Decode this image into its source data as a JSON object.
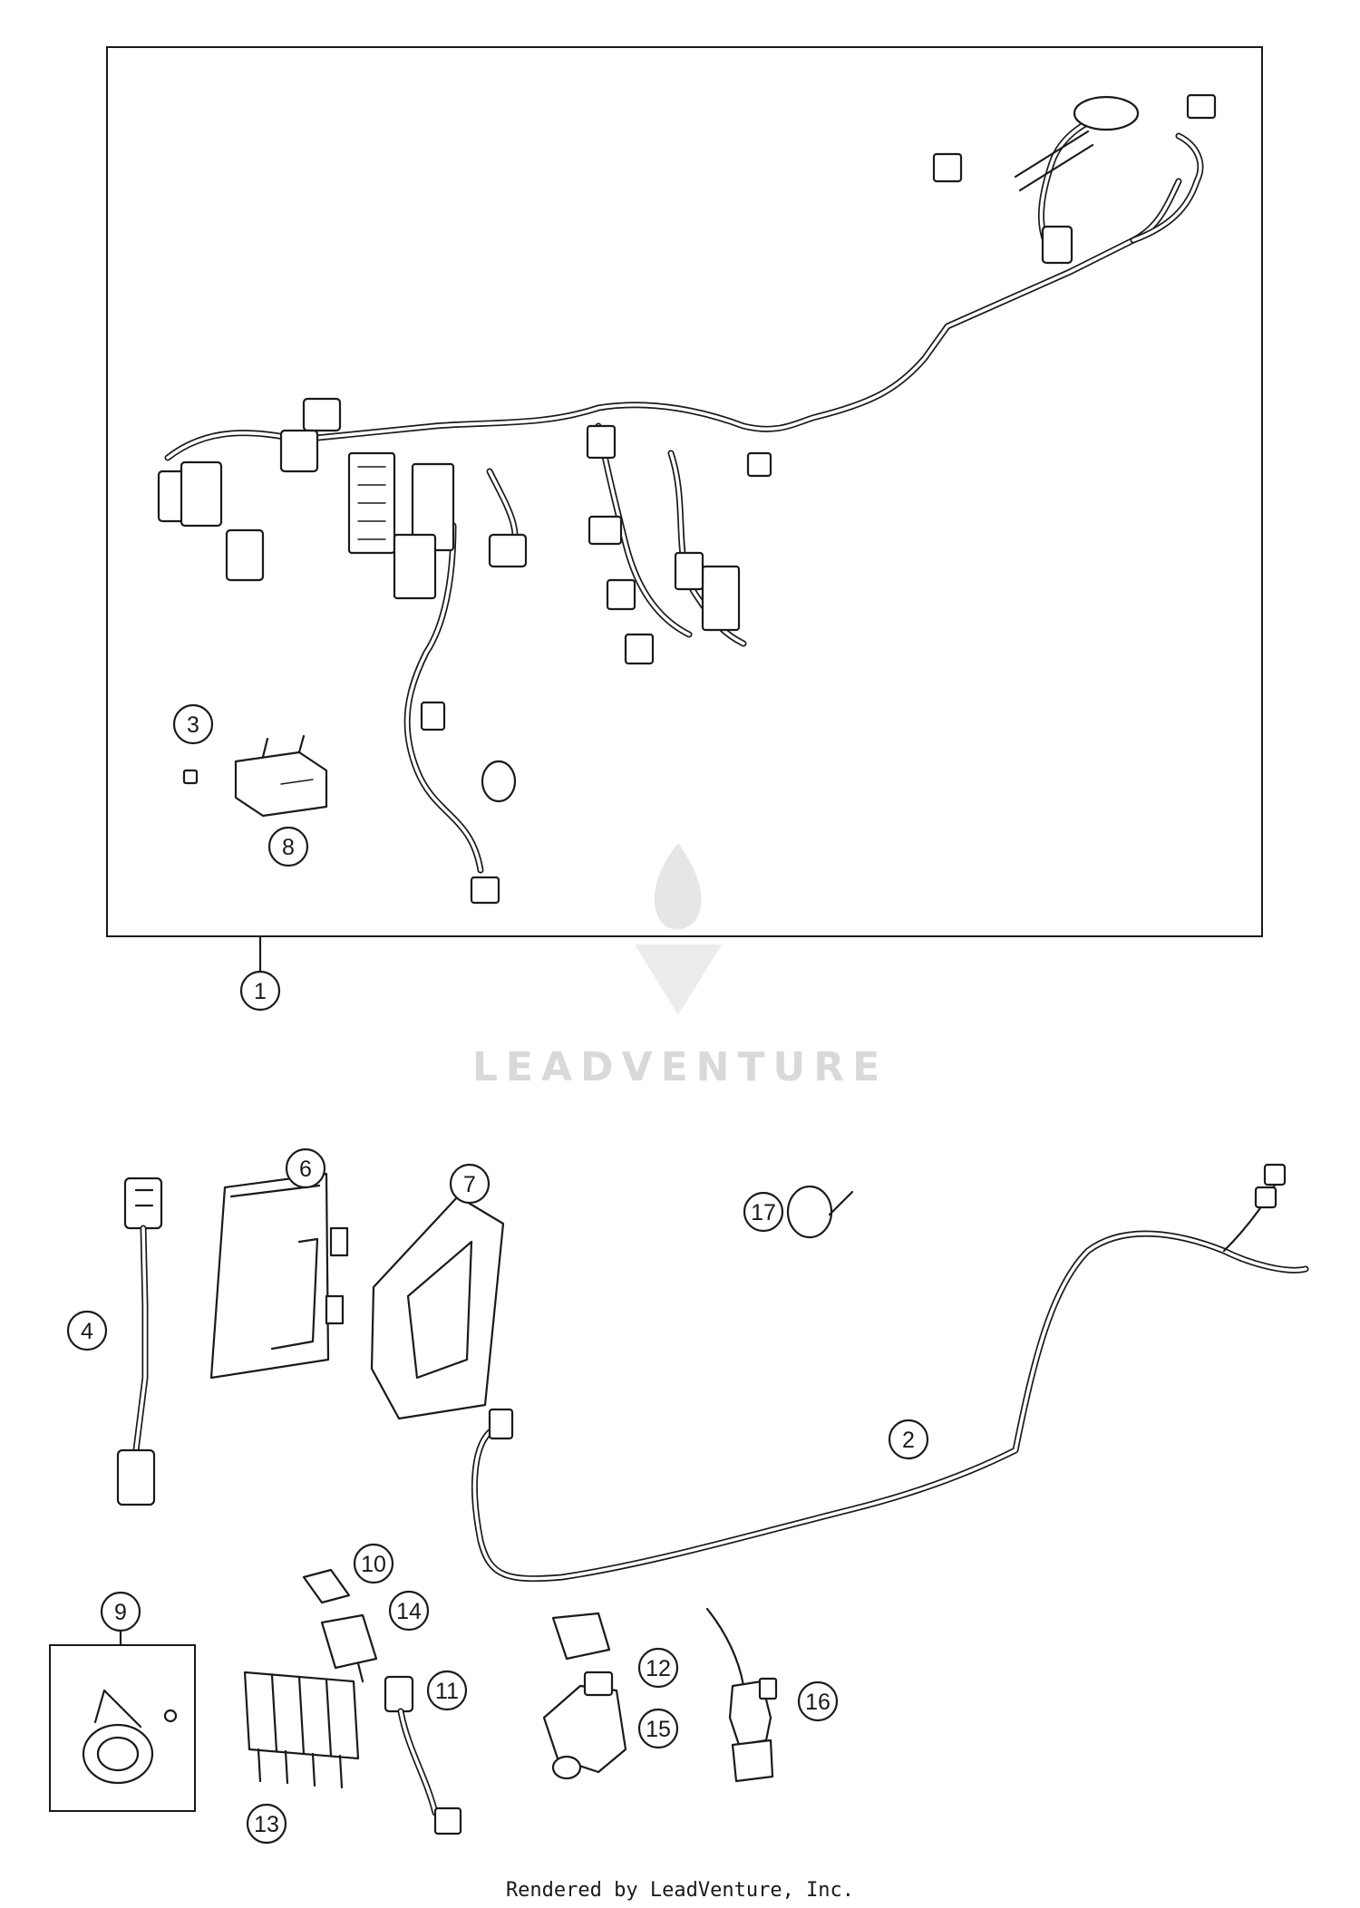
{
  "watermark": {
    "text": "LEADVENTURE"
  },
  "footer": {
    "text": "Rendered by LeadVenture, Inc."
  },
  "callouts": {
    "c1": "1",
    "c2": "2",
    "c3": "3",
    "c4": "4",
    "c5": "15",
    "c6": "6",
    "c7": "7",
    "c8": "8",
    "c9": "9",
    "c10": "10",
    "c11": "11",
    "c12": "12",
    "c13": "13",
    "c14": "14",
    "c16": "16",
    "c17": "17"
  }
}
